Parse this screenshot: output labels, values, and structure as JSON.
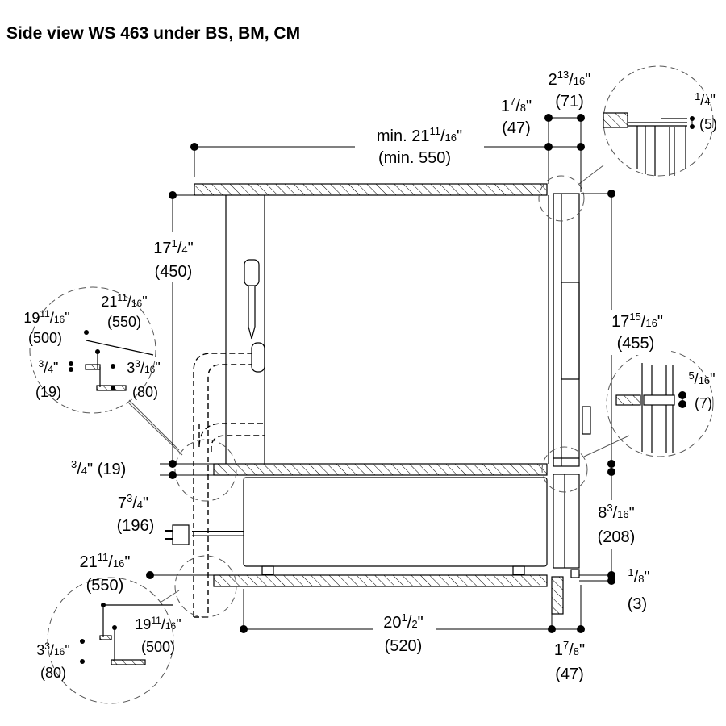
{
  "title": "Side view WS 463 under BS, BM, CM",
  "dims": {
    "d71": {
      "whole": "2",
      "num": "13",
      "den": "16",
      "mm": "(71)"
    },
    "d47top": {
      "whole": "1",
      "num": "7",
      "den": "8",
      "mm": "(47)"
    },
    "d550top": {
      "pre": "min. 21",
      "num": "11",
      "den": "16",
      "mm": "(min. 550)"
    },
    "d5": {
      "num": "1",
      "den": "4",
      "mm": "(5)"
    },
    "d450": {
      "whole": "17",
      "num": "1",
      "den": "4",
      "mm": "(450)"
    },
    "d455": {
      "whole": "17",
      "num": "15",
      "den": "16",
      "mm": "(455)"
    },
    "d7": {
      "num": "5",
      "den": "16",
      "mm": "(7)"
    },
    "dL550": {
      "whole": "21",
      "num": "11",
      "den": "16",
      "mm": "(550)"
    },
    "dL500": {
      "whole": "19",
      "num": "11",
      "den": "16",
      "mm": "(500)"
    },
    "dL19": {
      "num": "3",
      "den": "4",
      "mm": "(19)"
    },
    "dL80": {
      "whole": "3",
      "num": "3",
      "den": "16",
      "mm": "(80)"
    },
    "d19mid": {
      "num": "3",
      "den": "4",
      "mm": "(19)"
    },
    "d196": {
      "whole": "7",
      "num": "3",
      "den": "4",
      "mm": "(196)"
    },
    "d208": {
      "whole": "8",
      "num": "3",
      "den": "16",
      "mm": "(208)"
    },
    "d550low": {
      "whole": "21",
      "num": "11",
      "den": "16",
      "mm": "(550)"
    },
    "d3": {
      "num": "1",
      "den": "8",
      "mm": "(3)"
    },
    "d520": {
      "whole": "20",
      "num": "1",
      "den": "2",
      "mm": "(520)"
    },
    "d47bot": {
      "whole": "1",
      "num": "7",
      "den": "8",
      "mm": "(47)"
    },
    "dB500": {
      "whole": "19",
      "num": "11",
      "den": "16",
      "mm": "(500)"
    },
    "dB80": {
      "whole": "3",
      "num": "3",
      "den": "16",
      "mm": "(80)"
    }
  }
}
